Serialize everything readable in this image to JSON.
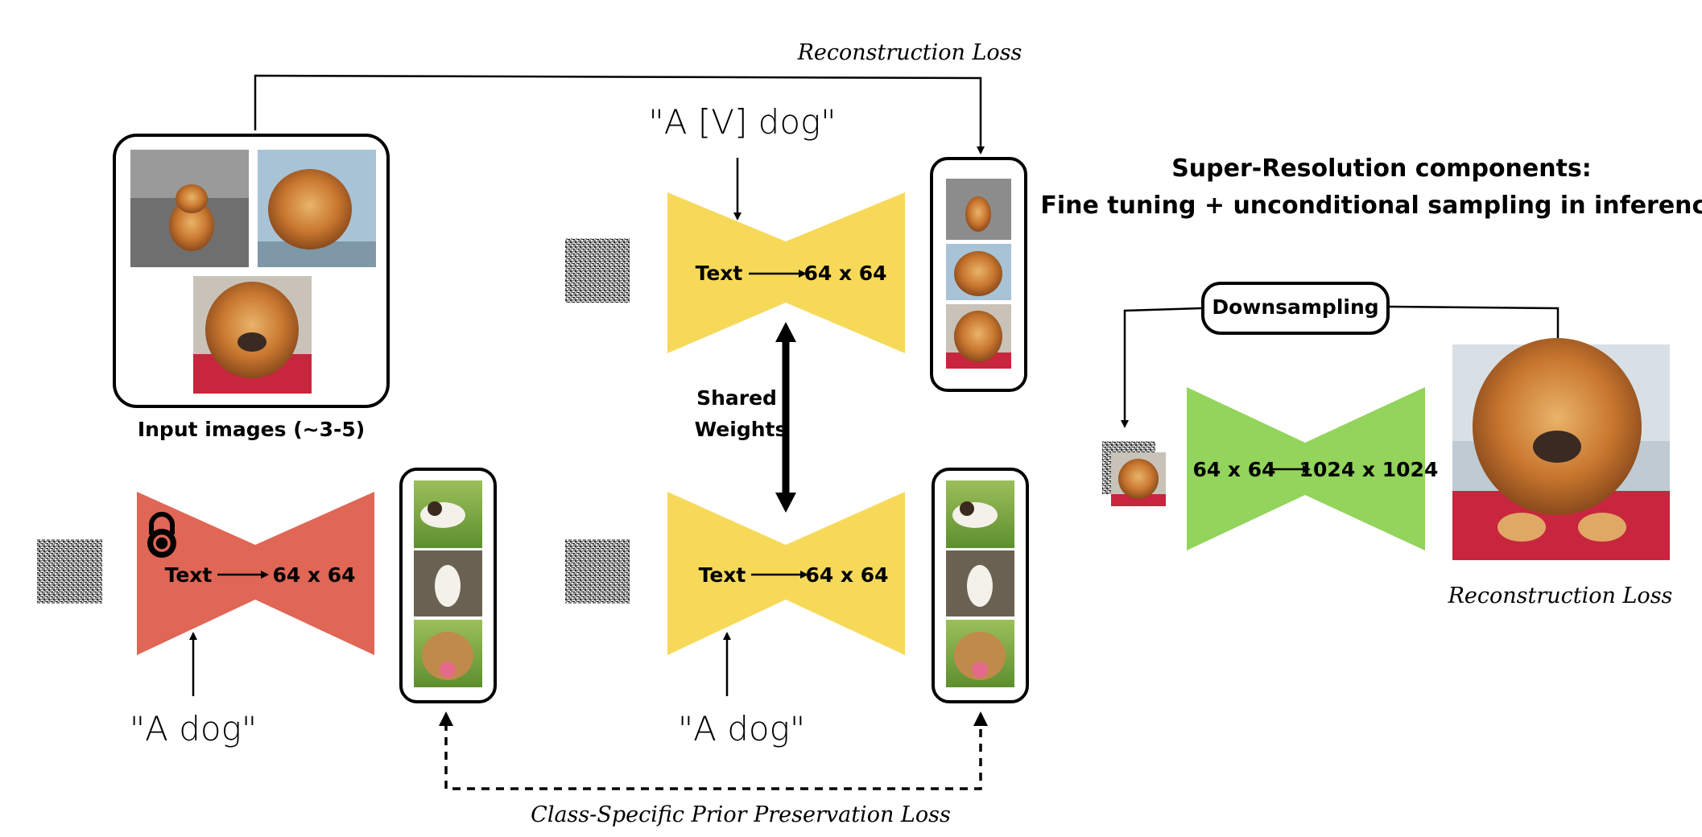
{
  "labels": {
    "reconstruction_loss_top": "Reconstruction Loss",
    "reconstruction_loss_right": "Reconstruction Loss",
    "prior_preservation_loss": "Class-Specific Prior Preservation Loss",
    "input_images": "Input images (~3-5)",
    "shared_weights_line1": "Shared",
    "shared_weights_line2": "Weights",
    "prompt_v_dog": "\"A [V] dog\"",
    "prompt_a_dog_left": "\"A dog\"",
    "prompt_a_dog_mid": "\"A dog\"",
    "sr_title_line1": "Super-Resolution components:",
    "sr_title_line2": "Fine tuning + unconditional sampling in inference",
    "downsampling": "Downsampling"
  },
  "models": {
    "frozen": {
      "text": "Text",
      "output": "64 x 64",
      "color": "#e06656"
    },
    "finetune_top": {
      "text": "Text",
      "output": "64 x 64",
      "color": "#f7d95a"
    },
    "finetune_bottom": {
      "text": "Text",
      "output": "64 x 64",
      "color": "#f7d95a"
    },
    "superres": {
      "input": "64 x 64",
      "output": "1024 x 1024",
      "color": "#93d45c"
    }
  },
  "icons": {
    "lock": "lock-icon",
    "noise": "noise-image"
  }
}
